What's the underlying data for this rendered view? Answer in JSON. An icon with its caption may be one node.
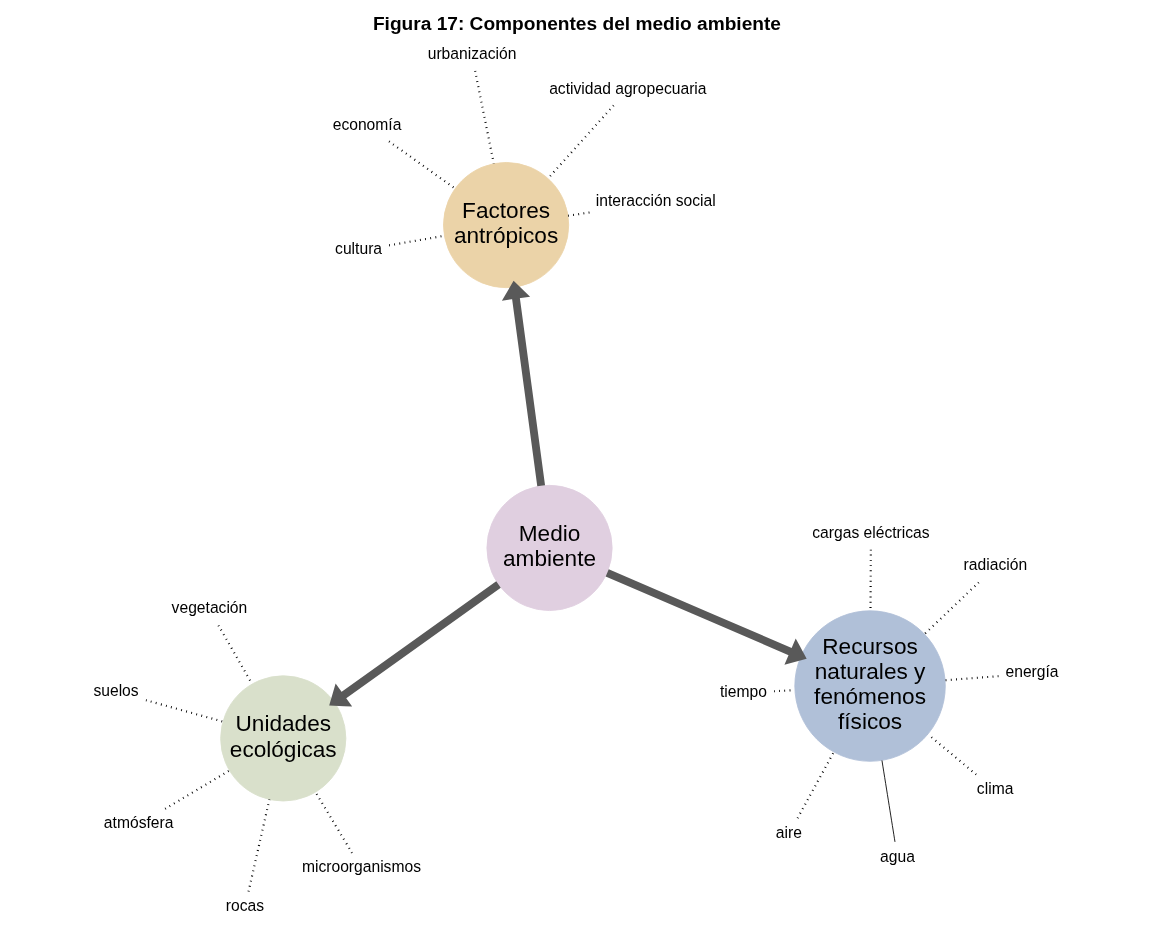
{
  "diagram": {
    "title": "Figura 17: Componentes del medio ambiente",
    "nodes": [
      {
        "text": [
          "Unidades ecológicas"
        ]
      },
      {
        "text": [
          "microorganismos"
        ]
      },
      {
        "text": [
          "rocas"
        ]
      },
      {
        "text": [
          "suelos"
        ]
      },
      {
        "text": [
          "vegetación"
        ]
      },
      {
        "text": [
          "atmósfera"
        ]
      },
      {
        "text": [
          "Medio ambiente"
        ]
      },
      {
        "text": [
          "Recursos naturales y fenómenos físicos"
        ]
      },
      {
        "text": [
          "aire"
        ]
      },
      {
        "text": [
          "clima"
        ]
      },
      {
        "text": [
          "agua"
        ]
      },
      {
        "text": [
          "tiempo"
        ]
      },
      {
        "text": [
          "energía"
        ]
      },
      {
        "text": [
          "radiación"
        ]
      },
      {
        "text": [
          "cargas eléctricas"
        ]
      },
      {
        "text": [
          "Factores antrópicos"
        ]
      },
      {
        "text": [
          "interacción social"
        ]
      },
      {
        "text": [
          "economía"
        ]
      },
      {
        "text": [
          "cultura"
        ]
      },
      {
        "text": [
          "urbanización"
        ]
      },
      {
        "text": [
          "actividad agropecuaria"
        ]
      }
    ],
    "edges": [
      {
        "from": 6,
        "to": 0,
        "arrow": "to",
        "style": "thick",
        "color": "#595959"
      },
      {
        "from": 6,
        "to": 7,
        "arrow": "to",
        "style": "thick",
        "color": "#595959"
      },
      {
        "from": 6,
        "to": 15,
        "arrow": "to",
        "style": "thick",
        "color": "#595959"
      },
      {
        "from": 1,
        "to": 0,
        "arrow": "none",
        "style": "dashed"
      },
      {
        "from": 2,
        "to": 0,
        "arrow": "none",
        "style": "dashed"
      },
      {
        "from": 3,
        "to": 0,
        "arrow": "none",
        "style": "dashed"
      },
      {
        "from": 4,
        "to": 0,
        "arrow": "none",
        "style": "dashed"
      },
      {
        "from": 5,
        "to": 0,
        "arrow": "none",
        "style": "dashed"
      },
      {
        "from": 8,
        "to": 7,
        "arrow": "none",
        "style": "dashed"
      },
      {
        "from": 9,
        "to": 7,
        "arrow": "none",
        "style": "dashed"
      },
      {
        "from": 10,
        "to": 7,
        "arrow": "none"
      },
      {
        "from": 11,
        "to": 7,
        "arrow": "none",
        "style": "dashed"
      },
      {
        "from": 12,
        "to": 7,
        "arrow": "none",
        "style": "dashed"
      },
      {
        "from": 13,
        "to": 7,
        "arrow": "none",
        "style": "dashed"
      },
      {
        "from": 14,
        "to": 7,
        "arrow": "none",
        "style": "dashed"
      },
      {
        "from": 16,
        "to": 15,
        "arrow": "none",
        "style": "dashed"
      },
      {
        "from": 17,
        "to": 15,
        "arrow": "none",
        "style": "dashed"
      },
      {
        "from": 18,
        "to": 15,
        "arrow": "none",
        "style": "dashed"
      },
      {
        "from": 19,
        "to": 15,
        "arrow": "none",
        "style": "dashed"
      },
      {
        "from": 20,
        "to": 15,
        "arrow": "none",
        "style": "dashed"
      }
    ]
  }
}
